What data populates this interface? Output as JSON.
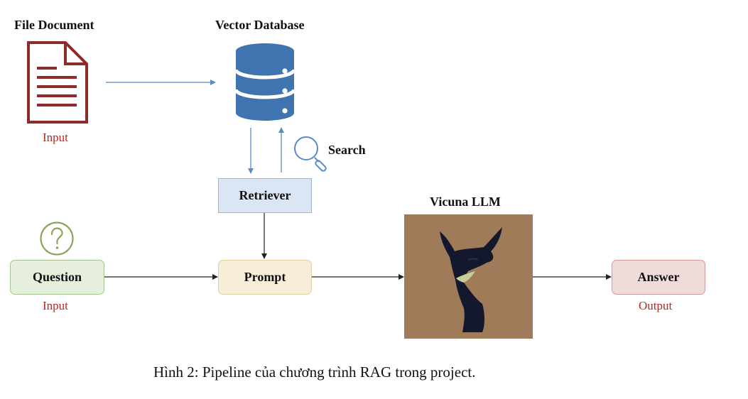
{
  "nodes": {
    "file_document": {
      "title": "File Document",
      "tag": "Input"
    },
    "vector_database": {
      "title": "Vector Database"
    },
    "search": {
      "label": "Search"
    },
    "retriever": {
      "label": "Retriever"
    },
    "question": {
      "label": "Question",
      "tag": "Input"
    },
    "prompt": {
      "label": "Prompt"
    },
    "llm": {
      "title": "Vicuna LLM"
    },
    "answer": {
      "label": "Answer",
      "tag": "Output"
    }
  },
  "caption": "Hình 2: Pipeline của chương trình RAG trong project.",
  "colors": {
    "doc_red": "#8e2b2b",
    "tag_red": "#b02a26",
    "db_blue": "#3f74b0",
    "blue_arrow": "#5b8cc4",
    "retriever_fill": "#dae6f3",
    "retriever_border": "#9ab4d3",
    "question_fill": "#e5efdc",
    "question_border": "#a6c48f",
    "prompt_fill": "#f8edd9",
    "prompt_border": "#e2cfa3",
    "answer_fill": "#f0dbdb",
    "answer_border": "#d49a9a",
    "llm_bg": "#a07b5a",
    "llm_silhouette": "#14182c",
    "llm_accent": "#c7cd98",
    "qmark_green": "#8aa65a"
  },
  "icons": {
    "document": "document-icon",
    "database": "database-icon",
    "search": "magnifier-icon",
    "question": "question-circle-icon",
    "llm_logo": "vicuna-llama-logo"
  }
}
